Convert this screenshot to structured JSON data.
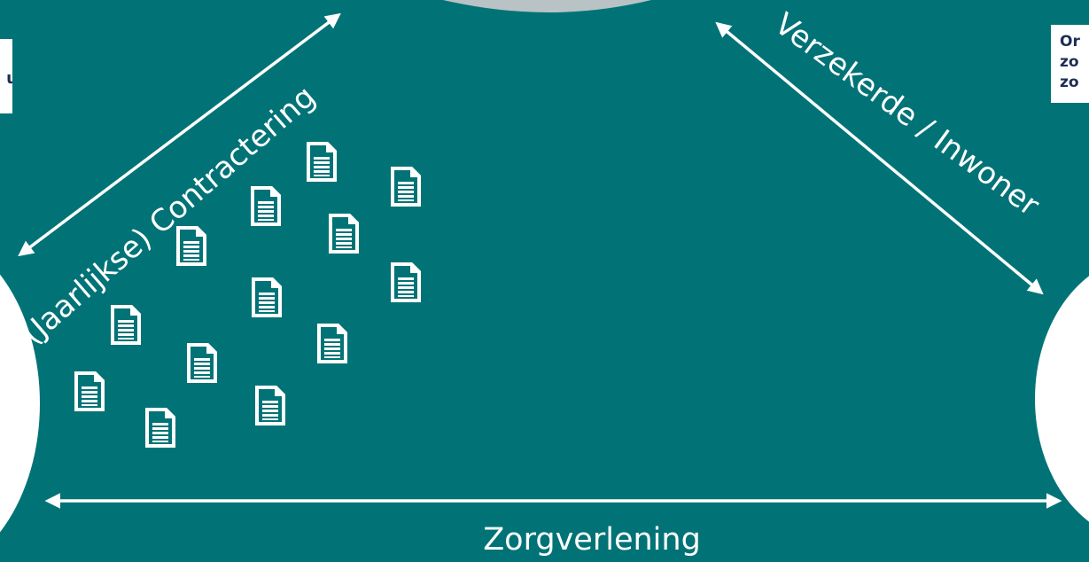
{
  "labels": {
    "contracting": "(Jaarlijkse) Contractering",
    "insured": "Verzekerde / Inwoner",
    "care": "Zorgverlening"
  },
  "boxes": {
    "left_text": "u",
    "right_text": "Or\nzo\nzo"
  },
  "icons": {
    "document": "document-icon"
  },
  "colors": {
    "background": "#017377",
    "foreground": "#ffffff",
    "box_text": "#1d2e55"
  }
}
